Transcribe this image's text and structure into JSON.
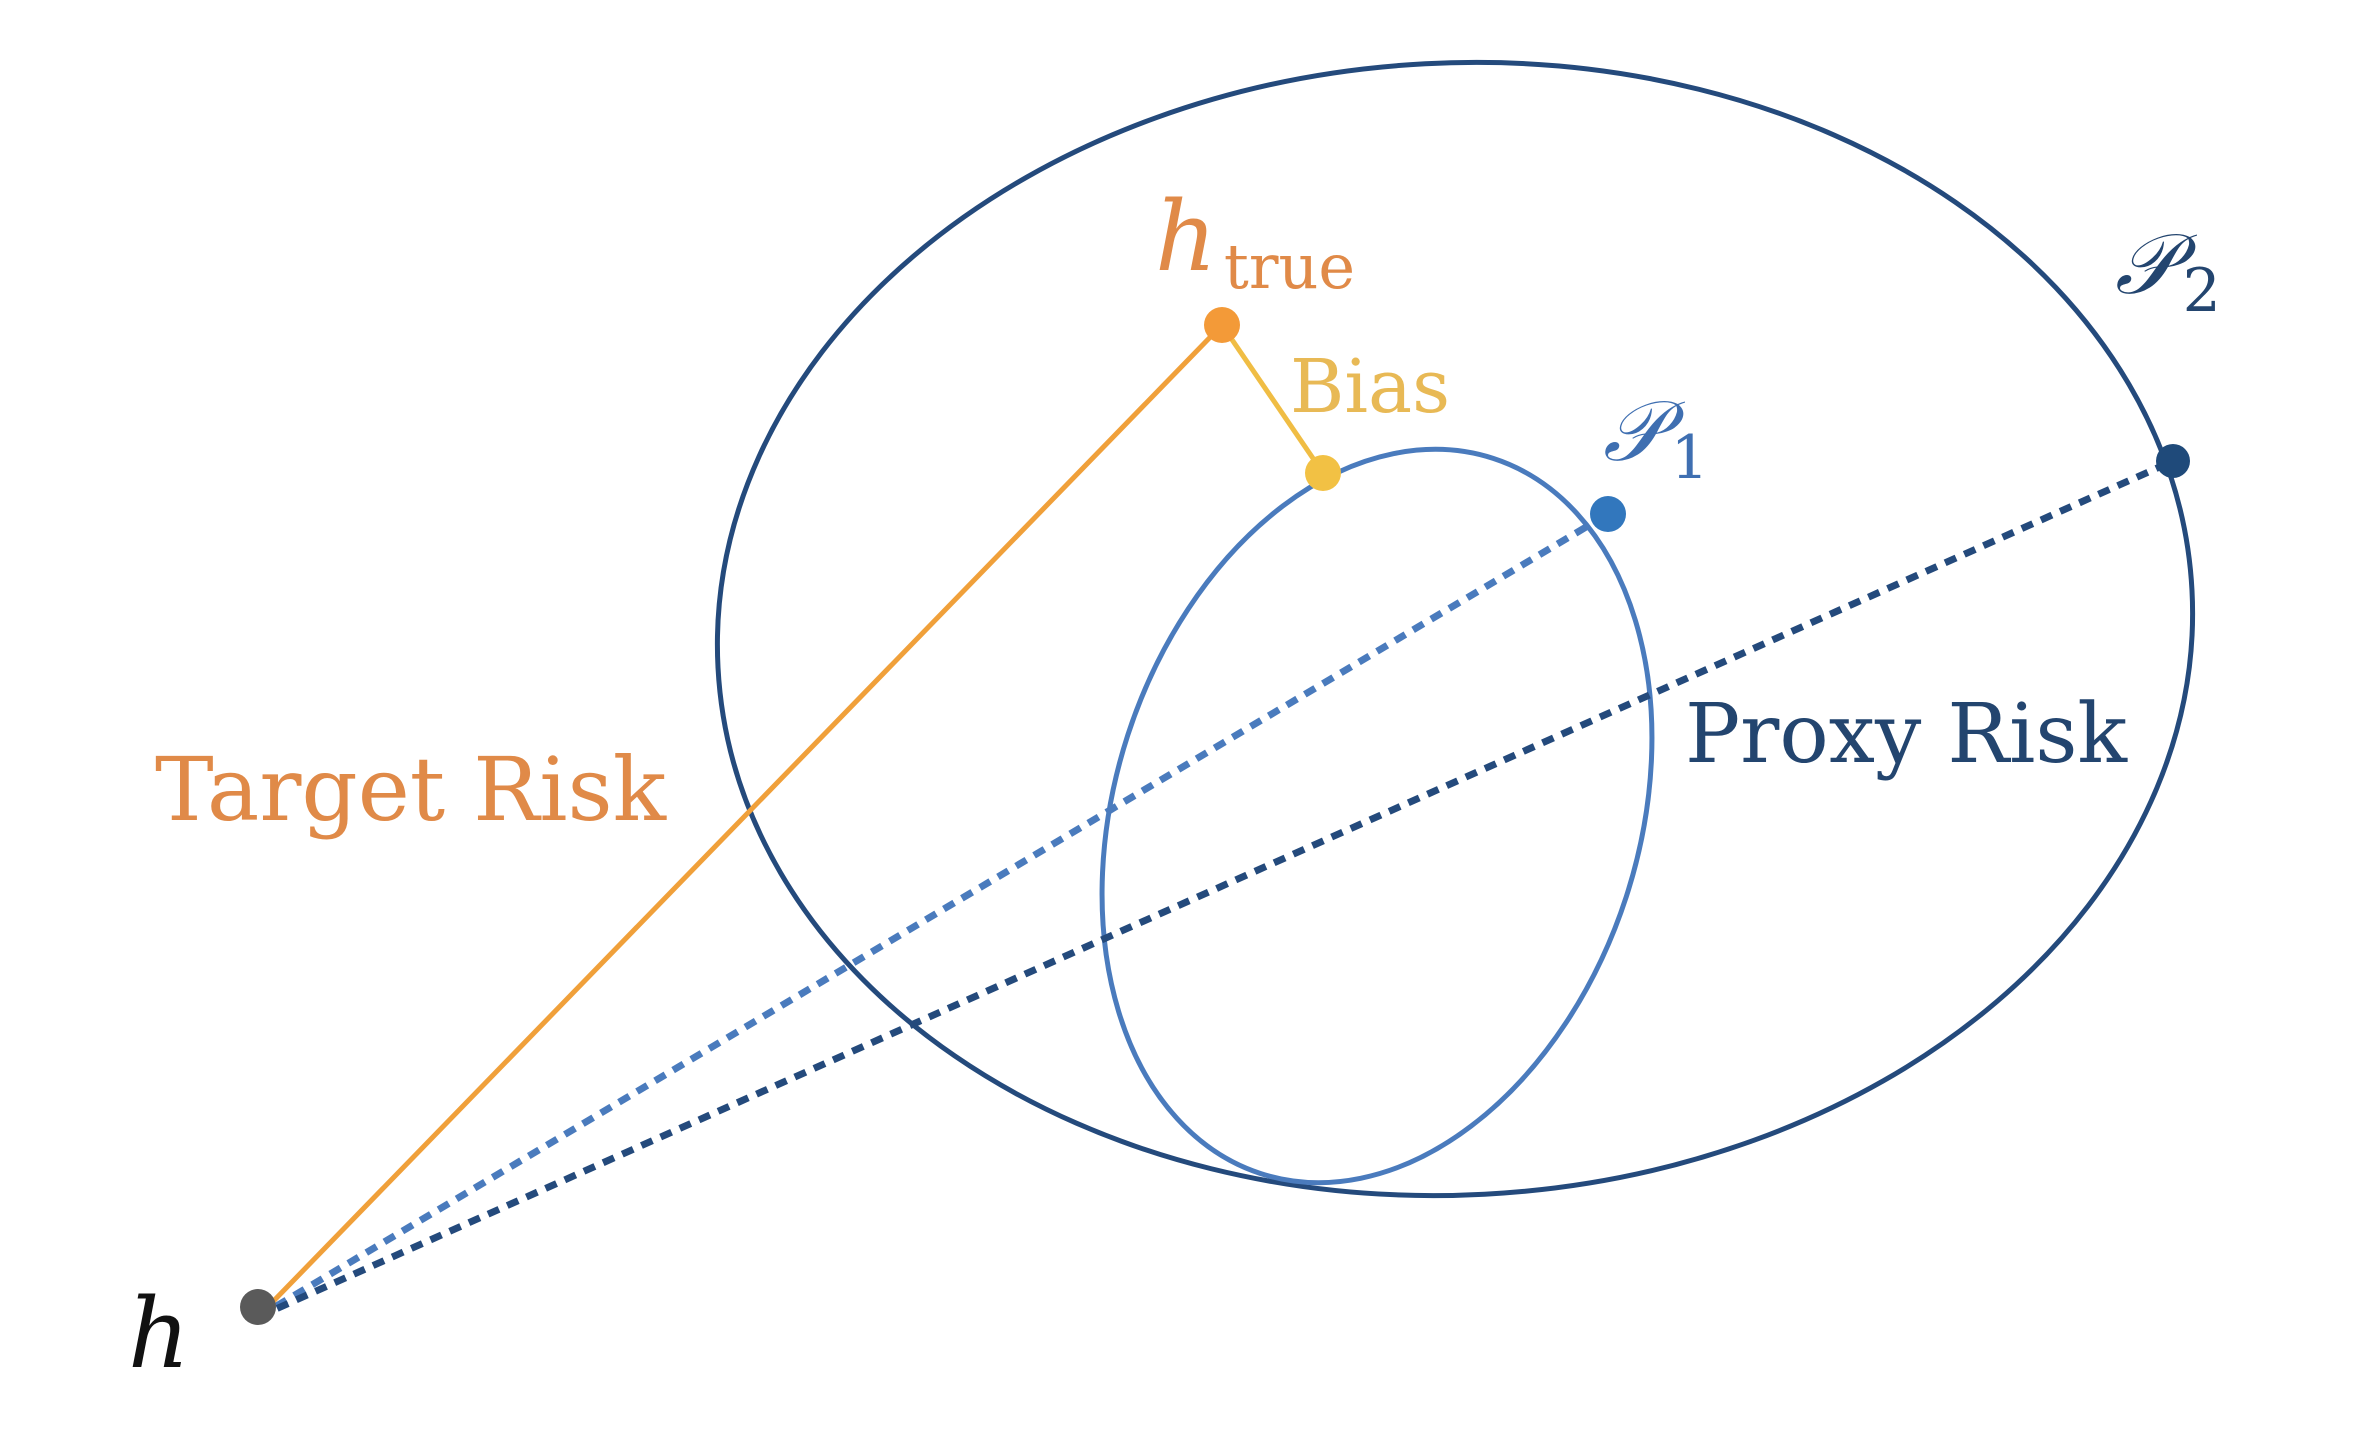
{
  "labels": {
    "h": "h",
    "h_true_base": "h",
    "h_true_sub": "true",
    "bias": "Bias",
    "p1_base": "𝒫",
    "p1_sub": "1",
    "p2_base": "𝒫",
    "p2_sub": "2",
    "target_risk": "Target Risk",
    "proxy_risk": "Proxy Risk"
  },
  "colors": {
    "outer_ellipse": "#244a7c",
    "inner_ellipse": "#4a7bbd",
    "target_line": "#f0a03a",
    "bias_line": "#f0bd44",
    "dots_p1": "#4a7bbd",
    "dots_p2": "#244a7c",
    "point_h": "#5a5a5a",
    "point_h_true": "#f39a38",
    "point_bias": "#f2c144",
    "point_p1": "#3277bd",
    "point_p2": "#1f4a7a",
    "text_h": "#111111",
    "text_orange": "#e08a48",
    "text_bias": "#e8b955",
    "text_p1": "#3f6fb1",
    "text_p2": "#23456f",
    "text_proxy": "#23456f"
  }
}
